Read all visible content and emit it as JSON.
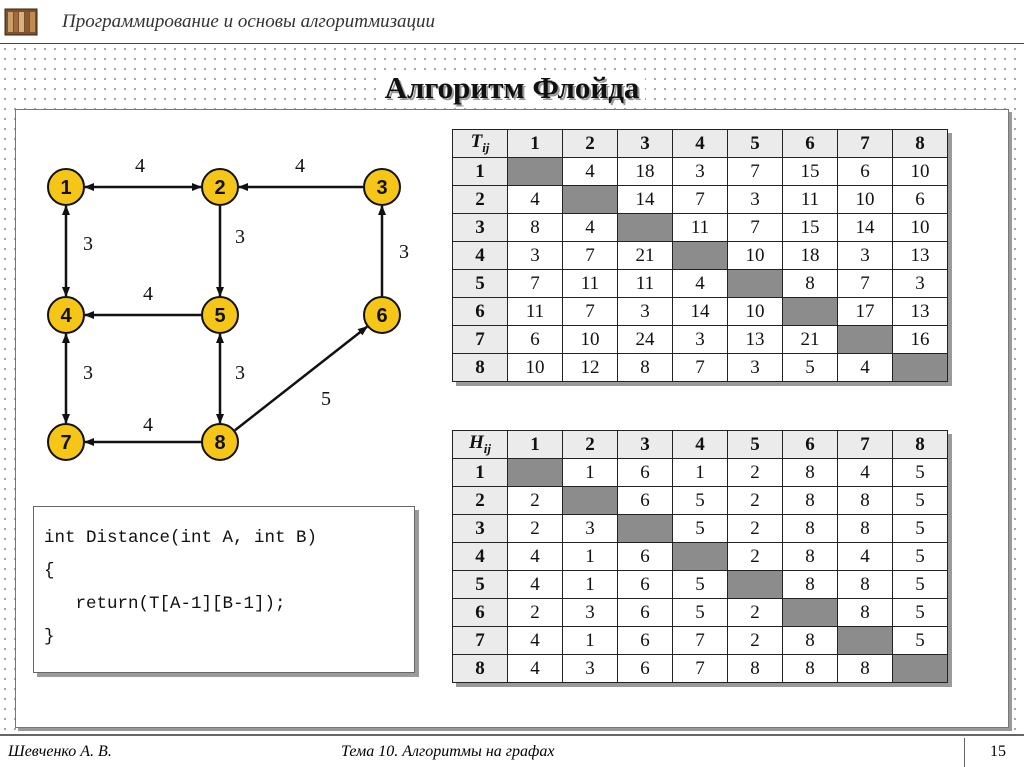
{
  "header": {
    "course": "Программирование и основы алгоритмизации",
    "logo_icon": "books-icon"
  },
  "slide": {
    "title": "Алгоритм Флойда"
  },
  "graph": {
    "nodes": [
      "1",
      "2",
      "3",
      "4",
      "5",
      "6",
      "7",
      "8"
    ],
    "edges": [
      {
        "from": "2",
        "to": "1",
        "weight": "4",
        "arrows": "both"
      },
      {
        "from": "3",
        "to": "2",
        "weight": "4",
        "arrows": "end"
      },
      {
        "from": "1",
        "to": "4",
        "weight": "3",
        "arrows": "both"
      },
      {
        "from": "2",
        "to": "5",
        "weight": "3",
        "arrows": "end"
      },
      {
        "from": "6",
        "to": "3",
        "weight": "3",
        "arrows": "end"
      },
      {
        "from": "5",
        "to": "4",
        "weight": "4",
        "arrows": "end"
      },
      {
        "from": "4",
        "to": "7",
        "weight": "3",
        "arrows": "both"
      },
      {
        "from": "8",
        "to": "5",
        "weight": "3",
        "arrows": "both"
      },
      {
        "from": "8",
        "to": "7",
        "weight": "4",
        "arrows": "end"
      },
      {
        "from": "8",
        "to": "6",
        "weight": "5",
        "arrows": "end"
      }
    ],
    "node_color": "#F5C518"
  },
  "tables": {
    "t": {
      "corner_main": "T",
      "corner_sub": "ij",
      "columns": [
        "1",
        "2",
        "3",
        "4",
        "5",
        "6",
        "7",
        "8"
      ],
      "rows": [
        {
          "label": "1",
          "cells": [
            "",
            "4",
            "18",
            "3",
            "7",
            "15",
            "6",
            "10"
          ]
        },
        {
          "label": "2",
          "cells": [
            "4",
            "",
            "14",
            "7",
            "3",
            "11",
            "10",
            "6"
          ]
        },
        {
          "label": "3",
          "cells": [
            "8",
            "4",
            "",
            "11",
            "7",
            "15",
            "14",
            "10"
          ]
        },
        {
          "label": "4",
          "cells": [
            "3",
            "7",
            "21",
            "",
            "10",
            "18",
            "3",
            "13"
          ]
        },
        {
          "label": "5",
          "cells": [
            "7",
            "11",
            "11",
            "4",
            "",
            "8",
            "7",
            "3"
          ]
        },
        {
          "label": "6",
          "cells": [
            "11",
            "7",
            "3",
            "14",
            "10",
            "",
            "17",
            "13"
          ]
        },
        {
          "label": "7",
          "cells": [
            "6",
            "10",
            "24",
            "3",
            "13",
            "21",
            "",
            "16"
          ]
        },
        {
          "label": "8",
          "cells": [
            "10",
            "12",
            "8",
            "7",
            "3",
            "5",
            "4",
            ""
          ]
        }
      ]
    },
    "h": {
      "corner_main": "H",
      "corner_sub": "ij",
      "columns": [
        "1",
        "2",
        "3",
        "4",
        "5",
        "6",
        "7",
        "8"
      ],
      "rows": [
        {
          "label": "1",
          "cells": [
            "",
            "1",
            "6",
            "1",
            "2",
            "8",
            "4",
            "5"
          ]
        },
        {
          "label": "2",
          "cells": [
            "2",
            "",
            "6",
            "5",
            "2",
            "8",
            "8",
            "5"
          ]
        },
        {
          "label": "3",
          "cells": [
            "2",
            "3",
            "",
            "5",
            "2",
            "8",
            "8",
            "5"
          ]
        },
        {
          "label": "4",
          "cells": [
            "4",
            "1",
            "6",
            "",
            "2",
            "8",
            "4",
            "5"
          ]
        },
        {
          "label": "5",
          "cells": [
            "4",
            "1",
            "6",
            "5",
            "",
            "8",
            "8",
            "5"
          ]
        },
        {
          "label": "6",
          "cells": [
            "2",
            "3",
            "6",
            "5",
            "2",
            "",
            "8",
            "5"
          ]
        },
        {
          "label": "7",
          "cells": [
            "4",
            "1",
            "6",
            "7",
            "2",
            "8",
            "",
            "5"
          ]
        },
        {
          "label": "8",
          "cells": [
            "4",
            "3",
            "6",
            "7",
            "8",
            "8",
            "8",
            ""
          ]
        }
      ]
    }
  },
  "code": {
    "lines": [
      "int Distance(int A, int B)",
      "{",
      "   return(T[A-1][B-1]);",
      "}"
    ]
  },
  "footer": {
    "author": "Шевченко А. В.",
    "topic": "Тема 10. Алгоритмы на графах",
    "page": "15"
  }
}
